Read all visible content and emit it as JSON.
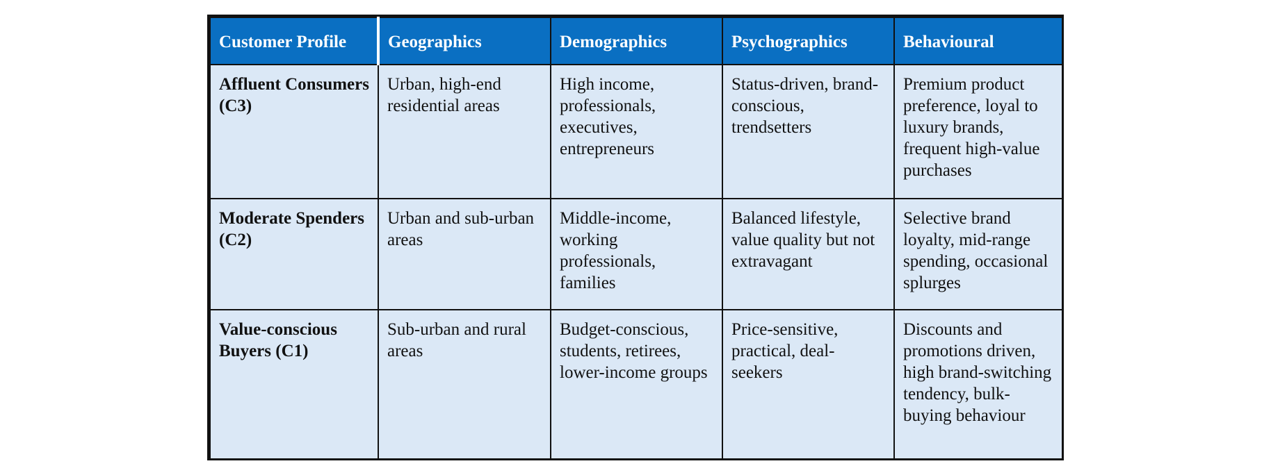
{
  "table": {
    "headers": [
      "Customer Profile",
      "Geographics",
      "Demographics",
      "Psychographics",
      "Behavioural"
    ],
    "rows": [
      {
        "profile": "Affluent Consumers (C3)",
        "geographics": "Urban, high-end residential areas",
        "demographics": "High income, professionals, executives, entrepreneurs",
        "psychographics": "Status-driven, brand-conscious, trendsetters",
        "behavioural": "Premium product preference, loyal to luxury brands, frequent high-value purchases"
      },
      {
        "profile": "Moderate Spenders (C2)",
        "geographics": "Urban and sub-urban areas",
        "demographics": "Middle-income, working professionals, families",
        "psychographics": "Balanced lifestyle, value quality but not extravagant",
        "behavioural": "Selective brand loyalty, mid-range spending, occasional splurges"
      },
      {
        "profile": "Value-conscious Buyers (C1)",
        "geographics": "Sub-urban and rural areas",
        "demographics": "Budget-conscious, students, retirees, lower-income groups",
        "psychographics": "Price-sensitive, practical, deal-seekers",
        "behavioural": "Discounts and promotions driven, high brand-switching tendency, bulk-buying behaviour"
      }
    ]
  },
  "colors": {
    "header_background": "#0a6fc2",
    "header_text": "#ffffff",
    "cell_background": "#dbe8f6",
    "border": "#111111"
  }
}
